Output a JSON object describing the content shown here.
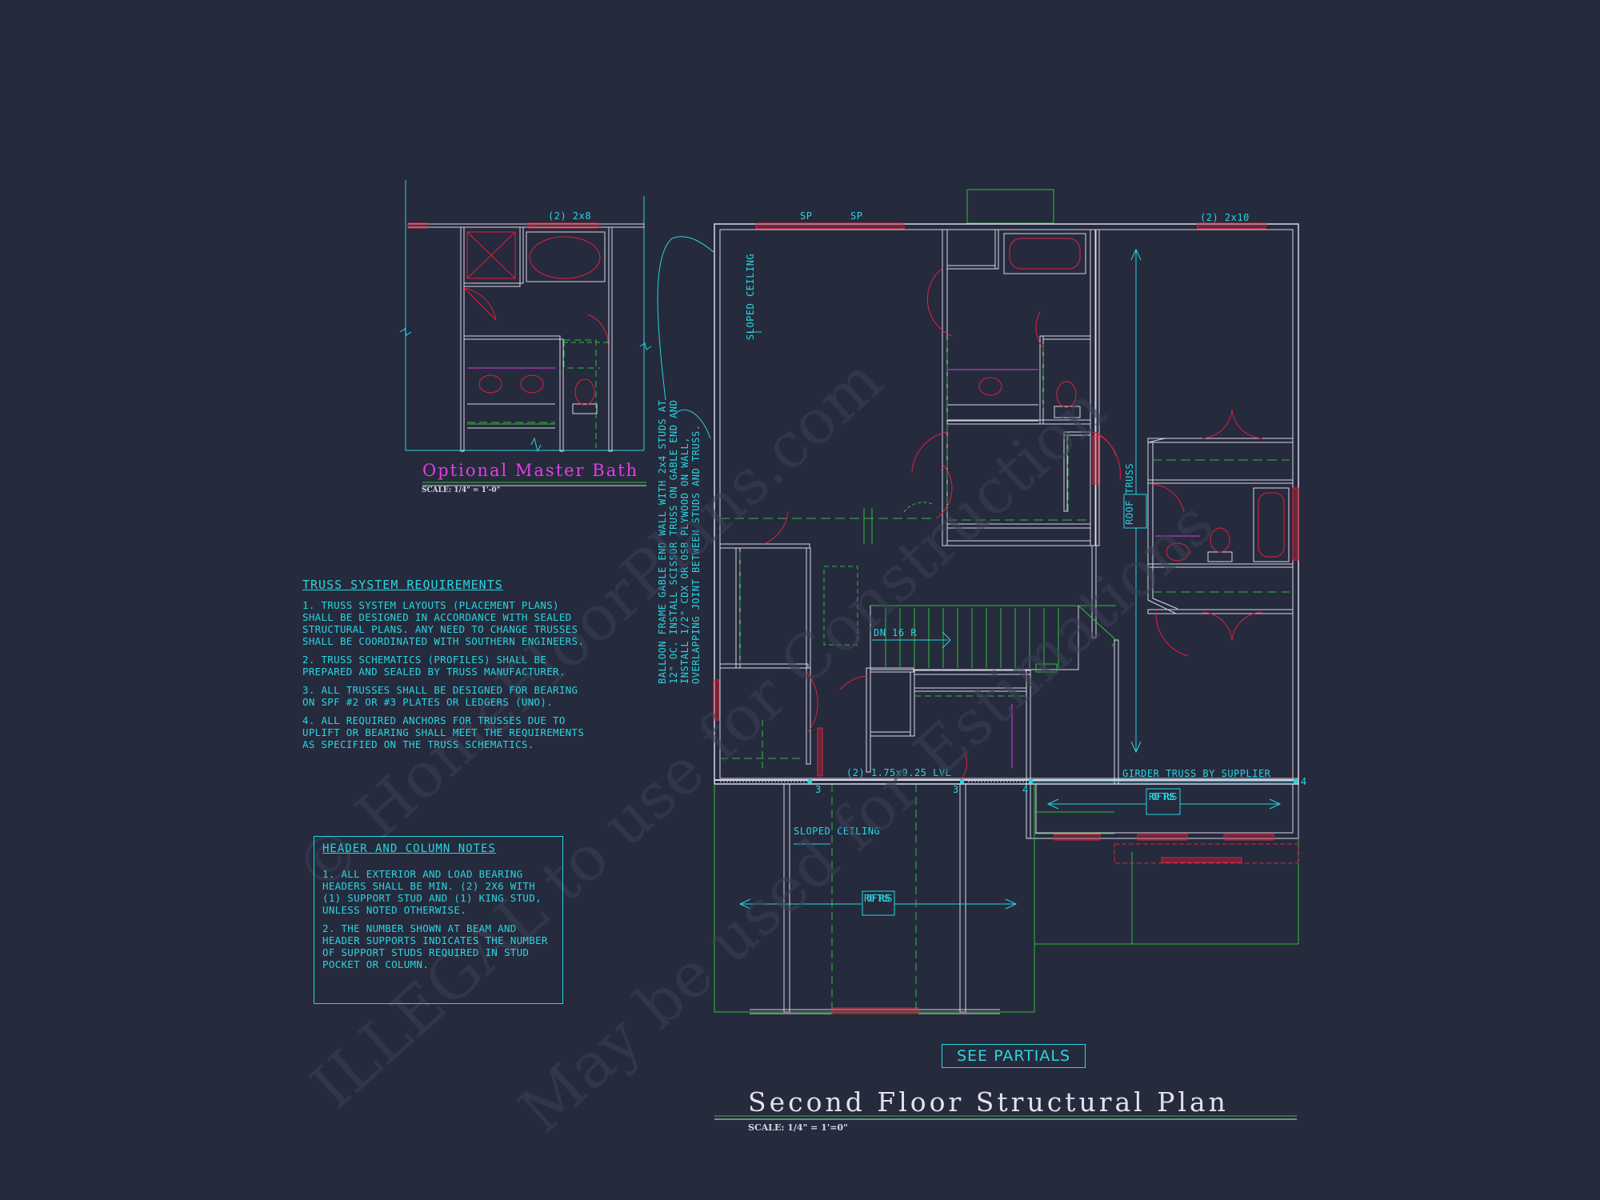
{
  "bath_detail": {
    "title": "Optional Master Bath",
    "scale": "SCALE: 1/4\" = 1'-0\"",
    "header_label": "(2) 2x8"
  },
  "plan": {
    "title": "Second Floor Structural Plan",
    "scale": "SCALE: 1/4\" = 1'=0\"",
    "see_partials": "SEE PARTIALS",
    "labels": {
      "sp1": "SP",
      "sp2": "SP",
      "header_2x10": "(2) 2x10",
      "sloped_ceiling": "SLOPED CEILING",
      "sloped_ceiling_2": "SLOPED CEILING",
      "stair": "DN 16 R",
      "lvl": "(2) 1.75x9.25 LVL",
      "girder": "GIRDER TRUSS BY SUPPLIER",
      "roof_truss": "ROOF TRUSS",
      "roof_truss_2": "ROOF TRUSS",
      "roof_truss_3": "ROOF TRUSS",
      "n3a": "3",
      "n3b": "3",
      "n4a": "4",
      "n4b": "4",
      "balloon_line1": "BALLOON FRAME GABLE END WALL WITH 2x4 STUDS AT",
      "balloon_line2": "12\" OC. INSTALL SCISSOR TRUSS ON GABLE END AND",
      "balloon_line3": "INSTALL 1/2\" CDX OR OSB PLYWOOD ON WALL,",
      "balloon_line4": "OVERLAPPING JOINT BETWEEN STUDS AND TRUSS."
    }
  },
  "truss_requirements": {
    "heading": "TRUSS SYSTEM REQUIREMENTS",
    "items": [
      "1. TRUSS SYSTEM LAYOUTS (PLACEMENT PLANS) SHALL BE DESIGNED IN ACCORDANCE WITH SEALED STRUCTURAL PLANS. ANY NEED TO CHANGE TRUSSES SHALL BE COORDINATED WITH SOUTHERN ENGINEERS.",
      "2. TRUSS SCHEMATICS (PROFILES) SHALL BE PREPARED AND SEALED BY TRUSS MANUFACTURER.",
      "3. ALL TRUSSES SHALL BE DESIGNED FOR BEARING ON SPF #2 OR #3 PLATES OR LEDGERS (UNO).",
      "4. ALL REQUIRED ANCHORS FOR TRUSSES DUE TO UPLIFT OR BEARING SHALL MEET THE REQUIREMENTS AS SPECIFIED ON THE TRUSS SCHEMATICS."
    ]
  },
  "header_column_notes": {
    "heading": "HEADER AND COLUMN NOTES",
    "items": [
      "1. ALL EXTERIOR AND LOAD BEARING HEADERS SHALL BE MIN. (2) 2x6 WITH (1) SUPPORT STUD AND (1) KING STUD, UNLESS NOTED OTHERWISE.",
      "2. THE NUMBER SHOWN AT BEAM AND HEADER SUPPORTS INDICATES THE NUMBER OF SUPPORT STUDS REQUIRED IN STUD POCKET OR COLUMN."
    ]
  },
  "watermark": {
    "line1": "© HomeFloorPlans.com",
    "line2": "ILLEGAL to use for Construction",
    "line3": "May be used for Estimations"
  },
  "colors": {
    "background": "#262a3d",
    "wall": "#d8d8e6",
    "header": "#e2203a",
    "cyan": "#27d6e0",
    "green": "#2fbf3a",
    "magenta": "#e040e0"
  }
}
